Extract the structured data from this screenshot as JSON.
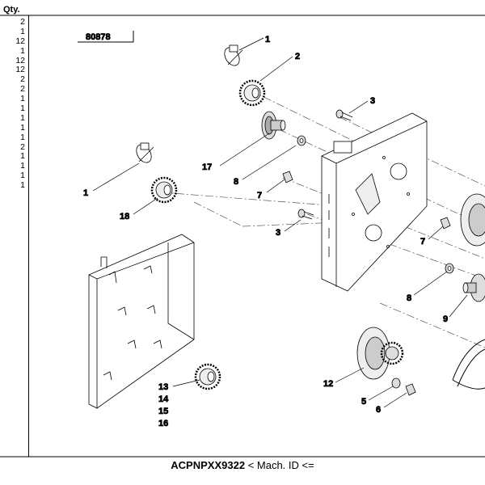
{
  "header": {
    "qty_label": "Qty."
  },
  "quantities": [
    "2",
    "1",
    "12",
    "1",
    "12",
    "12",
    "2",
    "2",
    "1",
    "1",
    "1",
    "1",
    "1",
    "2",
    "1",
    "1",
    "1",
    "1"
  ],
  "reference_number": "80878",
  "callouts": [
    "1",
    "2",
    "3",
    "17",
    "8",
    "7",
    "1",
    "18",
    "3",
    "7",
    "8",
    "9",
    "12",
    "5",
    "6",
    "13",
    "14",
    "15",
    "16"
  ],
  "footer": {
    "machine_code": "ACPNPXX9322",
    "machine_label": "< Mach. ID <="
  }
}
